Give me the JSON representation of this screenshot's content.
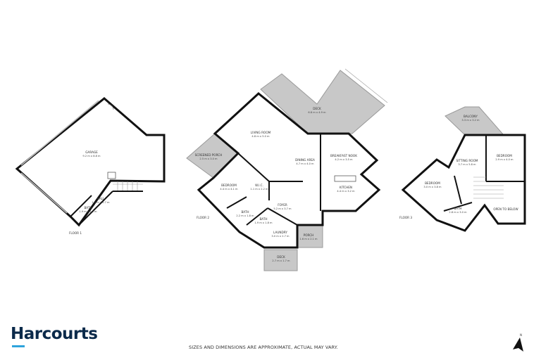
{
  "floors": {
    "floor1": {
      "label": "FLOOR 1",
      "rooms": [
        {
          "name": "GARAGE",
          "dims": "9.2 m x 8.8 m"
        },
        {
          "name": "HALL",
          "dims": "1.2 m x 2.7 m"
        },
        {
          "name": "BATH",
          "dims": "1.9 m x 1.3 m"
        }
      ]
    },
    "floor2": {
      "label": "FLOOR 2",
      "rooms": [
        {
          "name": "DECK",
          "dims": "6.8 m x 4.9 m"
        },
        {
          "name": "LIVING ROOM",
          "dims": "4.8 m x 5.0 m"
        },
        {
          "name": "SCREENED PORCH",
          "dims": "2.5 m x 3.0 m"
        },
        {
          "name": "DINING AREA",
          "dims": "4.7 m x 4.0 m"
        },
        {
          "name": "BREAKFAST NOOK",
          "dims": "4.2 m x 3.5 m"
        },
        {
          "name": "KITCHEN",
          "dims": "4.4 m x 3.2 m"
        },
        {
          "name": "BEDROOM",
          "dims": "4.4 m x 4.1 m"
        },
        {
          "name": "W.I.C.",
          "dims": "1.1 m x 2.2 m"
        },
        {
          "name": "FOYER",
          "dims": "5.2 m x 3.7 m"
        },
        {
          "name": "BATH",
          "dims": "2.2 m x 1.8 m"
        },
        {
          "name": "BATH",
          "dims": "1.9 m x 1.8 m"
        },
        {
          "name": "LAUNDRY",
          "dims": "3.0 m x 2.7 m"
        },
        {
          "name": "PORCH",
          "dims": "1.6 m x 2.1 m"
        },
        {
          "name": "DECK",
          "dims": "2.7 m x 1.7 m"
        }
      ]
    },
    "floor3": {
      "label": "FLOOR 3",
      "rooms": [
        {
          "name": "BALCONY",
          "dims": "3.3 m x 3.2 m"
        },
        {
          "name": "SITTING ROOM",
          "dims": "3.7 m x 5.8 m"
        },
        {
          "name": "BEDROOM",
          "dims": "2.9 m x 4.0 m"
        },
        {
          "name": "BEDROOM",
          "dims": "3.0 m x 3.8 m"
        },
        {
          "name": "BATH",
          "dims": "2.8 m x 3.0 m"
        },
        {
          "name": "OPEN TO BELOW",
          "dims": ""
        }
      ]
    }
  },
  "footer": {
    "brand": "Harcourts",
    "brand_color": "#0b2a4a",
    "brand_accent": "#2ea3dc",
    "disclaimer": "SIZES AND DIMENSIONS ARE APPROXIMATE, ACTUAL MAY VARY.",
    "compass_label": "N",
    "compass_icon": "north-arrow-icon"
  }
}
